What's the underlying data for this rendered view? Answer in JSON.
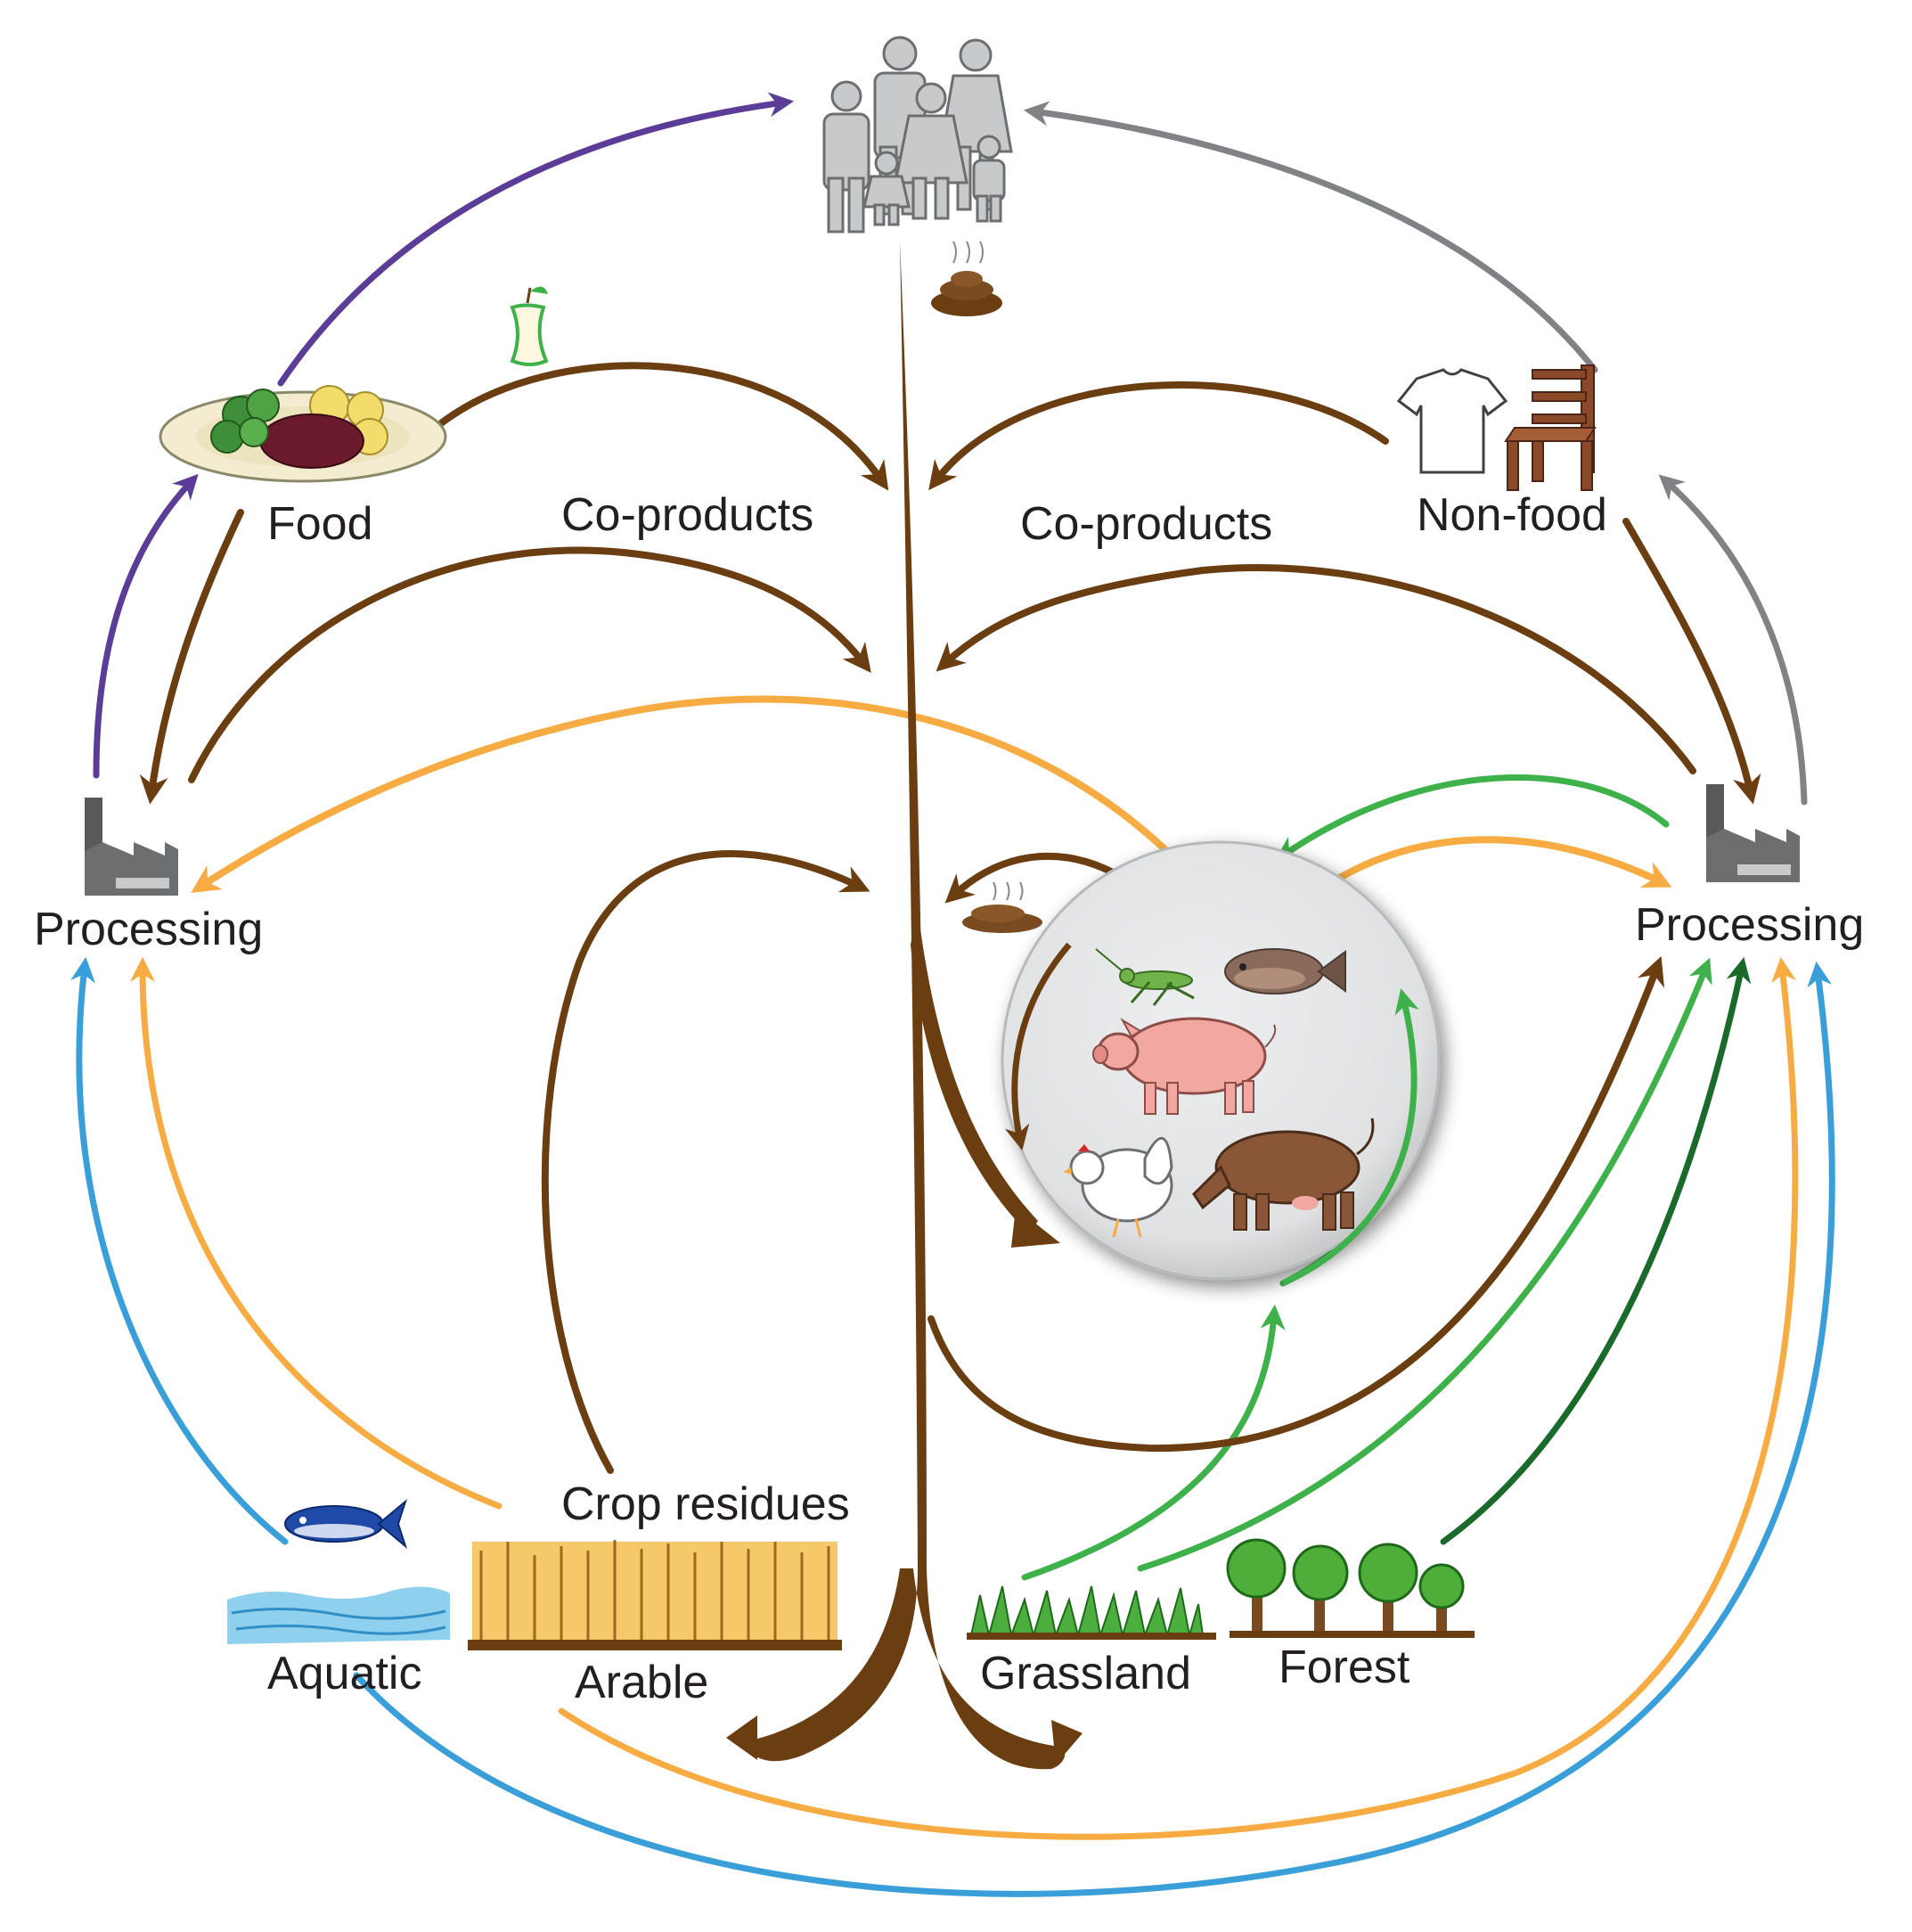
{
  "labels": {
    "food": "Food",
    "non_food": "Non-food",
    "co_products_left": "Co-products",
    "co_products_right": "Co-products",
    "processing_left": "Processing",
    "processing_right": "Processing",
    "crop_residues": "Crop residues",
    "aquatic": "Aquatic",
    "arable": "Arable",
    "grassland": "Grassland",
    "forest": "Forest"
  },
  "icons": [
    "people-icon",
    "manure-icon",
    "apple-core-icon",
    "food-plate-icon",
    "tshirt-icon",
    "chair-icon",
    "factory-icon",
    "grasshopper-icon",
    "fish-icon",
    "pig-icon",
    "chicken-icon",
    "cow-icon",
    "tuna-icon",
    "water-icon",
    "wheat-icon",
    "grass-icon",
    "trees-icon"
  ],
  "colors": {
    "stem": "#6b3e12",
    "brown_arrow": "#6b3e12",
    "orange_arrow": "#f6ac43",
    "blue_arrow": "#3a9fd8",
    "light_green_arrow": "#3fb14a",
    "dark_green_arrow": "#1a6a2c",
    "purple_arrow": "#5b3d98",
    "gray_arrow": "#808285",
    "livestock_circle": "#e3e5e6"
  }
}
